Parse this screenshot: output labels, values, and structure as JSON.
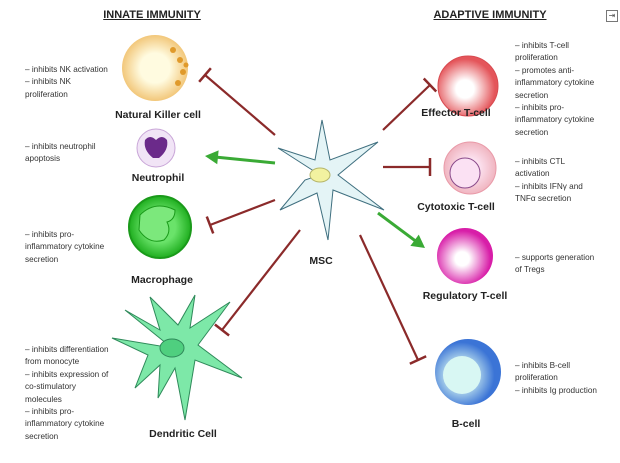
{
  "headings": {
    "innate": "INNATE IMMUNITY",
    "adaptive": "ADAPTIVE IMMUNITY"
  },
  "center": {
    "label": "MSC"
  },
  "cells": {
    "nk": {
      "label": "Natural Killer cell",
      "notes": [
        "– inhibits NK activation",
        "– inhibits NK",
        "proliferation"
      ],
      "effect": "inhibit"
    },
    "neutrophil": {
      "label": "Neutrophil",
      "notes": [
        "– inhibits neutrophil",
        "apoptosis"
      ],
      "effect": "promote"
    },
    "macrophage": {
      "label": "Macrophage",
      "notes": [
        "– inhibits pro-",
        "inflammatory cytokine",
        "secretion"
      ],
      "effect": "inhibit"
    },
    "dendritic": {
      "label": "Dendritic Cell",
      "notes": [
        "– inhibits differentiation",
        "from monocyte",
        "– inhibits expression of",
        "co-stimulatory",
        "molecules",
        "– inhibits pro-",
        "inflammatory cytokine",
        "secretion"
      ],
      "effect": "inhibit"
    },
    "effector": {
      "label": "Effector T-cell",
      "notes": [
        "– inhibits T-cell",
        "proliferation",
        "– promotes anti-",
        "inflammatory cytokine",
        "secretion",
        "– inhibits pro-",
        "inflammatory cytokine",
        "secretion"
      ],
      "effect": "inhibit"
    },
    "cytotoxic": {
      "label": "Cytotoxic T-cell",
      "notes": [
        "– inhibits CTL",
        "activation",
        "– inhibits IFNγ and",
        "TNFα secretion"
      ],
      "effect": "inhibit"
    },
    "regulatory": {
      "label": "Regulatory T-cell",
      "notes": [
        "– supports generation",
        "of Tregs"
      ],
      "effect": "promote"
    },
    "bcell": {
      "label": "B-cell",
      "notes": [
        "– inhibits B-cell",
        "proliferation",
        "– inhibits Ig production"
      ],
      "effect": "inhibit"
    }
  },
  "colors": {
    "inhibit": "#8b2a2a",
    "promote": "#3aaa35"
  },
  "icons": {
    "expand": "expand-icon"
  }
}
